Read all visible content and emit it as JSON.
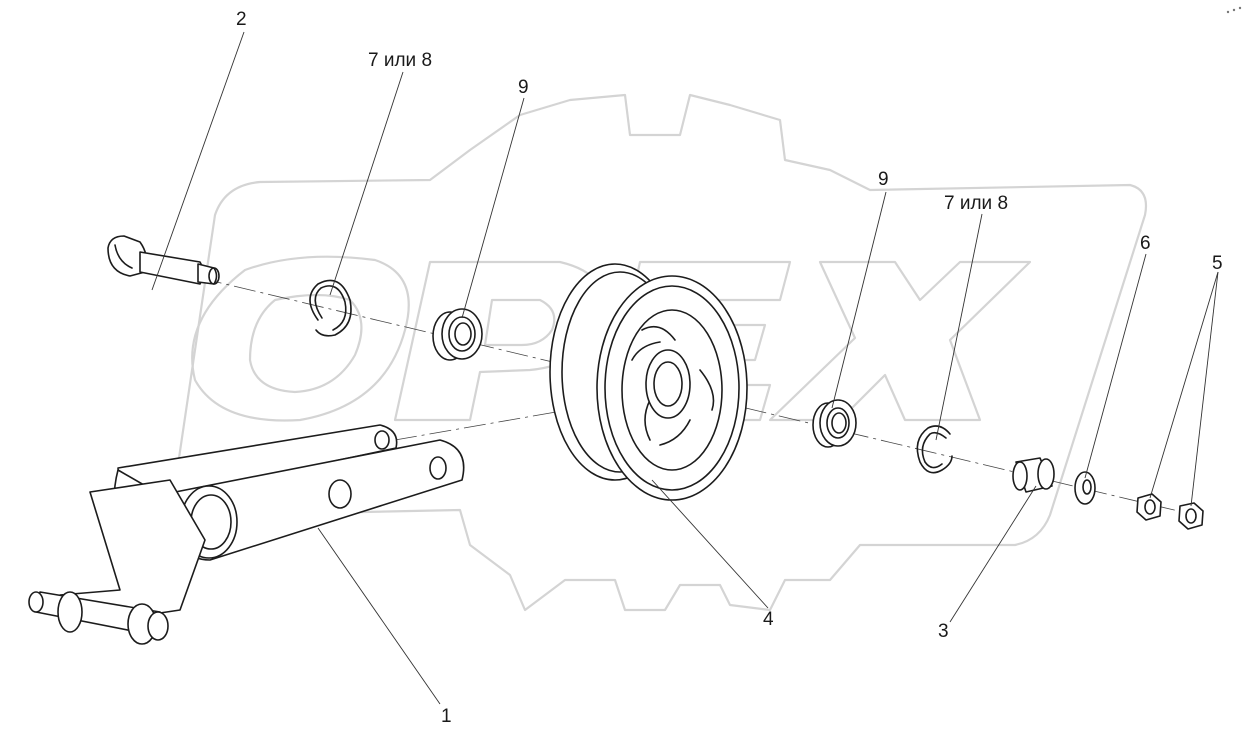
{
  "callouts": {
    "c1": "1",
    "c2": "2",
    "c3": "3",
    "c4": "4",
    "c5": "5",
    "c6": "6",
    "c7_left": "7 или 8",
    "c7_right": "7 или 8",
    "c9_left": "9",
    "c9_right": "9"
  },
  "watermark": {
    "text": "OPEX"
  },
  "colors": {
    "line": "#1c1c1c",
    "watermark": "#d4d4d4",
    "background": "#ffffff"
  }
}
